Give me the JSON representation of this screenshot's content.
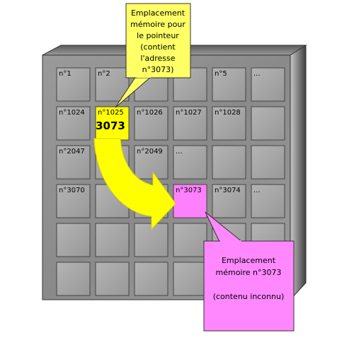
{
  "memory": {
    "cells": [
      [
        "n°1",
        "n°2",
        "",
        "",
        "n°5",
        "..."
      ],
      [
        "n°1024",
        "n°1025",
        "n°1026",
        "n°1027",
        "n°1028",
        ""
      ],
      [
        "n°2047",
        "",
        "n°2049",
        "...",
        "",
        ""
      ],
      [
        "n°3070",
        "",
        "",
        "n°3073",
        "n°3074",
        "..."
      ],
      [
        "",
        "",
        "",
        "",
        "",
        ""
      ],
      [
        "",
        "",
        "",
        "",
        "",
        ""
      ]
    ],
    "pointer_value": "3073"
  },
  "callouts": {
    "pointer": {
      "lines": [
        "Emplacement",
        "mémoire pour",
        "le pointeur",
        "(contient",
        "l'adresse",
        "n°3073)"
      ]
    },
    "target": {
      "lines": [
        "Emplacement",
        "mémoire n°3073",
        "",
        "(contenu inconnu)"
      ]
    }
  },
  "colors": {
    "pointer_cell": "#ffff00",
    "target_cell": "#ff80ff",
    "arrow": "#ffff00",
    "callout_pointer": "#ffff66",
    "callout_target": "#ff88ff",
    "block": "#8c8c8c",
    "cell": "#a6a6a6"
  }
}
